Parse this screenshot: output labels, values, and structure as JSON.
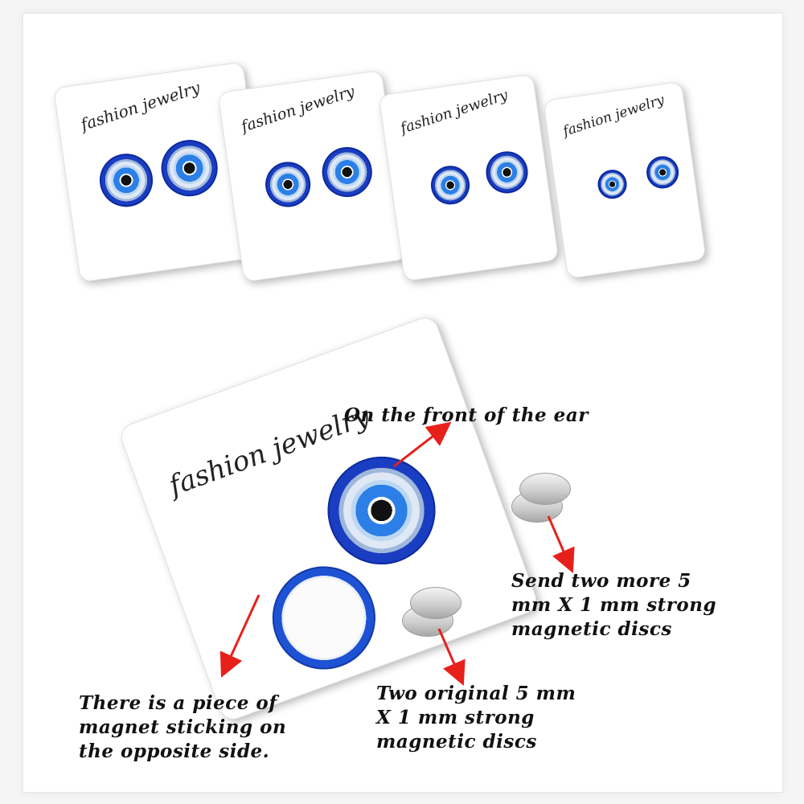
{
  "cards": {
    "brand_label": "fashion jewelry"
  },
  "annotations": {
    "front": "On the front of the ear",
    "extra_magnets": [
      "Send two more 5",
      "mm X 1 mm strong",
      "magnetic discs"
    ],
    "original_magnets": [
      "Two original 5 mm",
      "X 1 mm strong",
      "magnetic discs"
    ],
    "back_side": [
      "There is a piece of",
      "magnet sticking on",
      "the opposite side."
    ]
  },
  "colors": {
    "arrow": "#e8201b",
    "earring_blue": "#1a3ec2",
    "card": "#ffffff"
  }
}
